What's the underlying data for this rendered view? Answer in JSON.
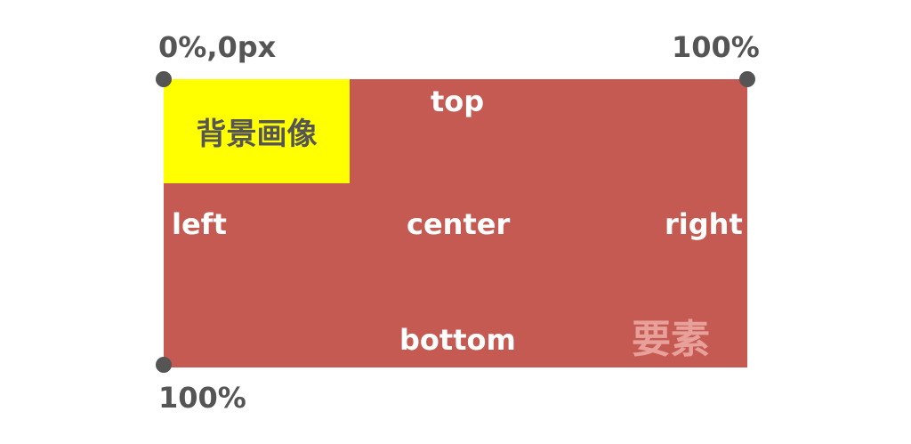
{
  "labels": {
    "origin": "0%,0px",
    "top_right": "100%",
    "bottom_left": "100%"
  },
  "background_image": {
    "label": "背景画像",
    "color": "#ffff00"
  },
  "element": {
    "label": "要素",
    "color": "#c45a52"
  },
  "positions": {
    "top": "top",
    "left": "left",
    "center": "center",
    "right": "right",
    "bottom": "bottom"
  },
  "colors": {
    "marker": "#555555",
    "text_dark": "#555555",
    "text_light": "#ffffff",
    "element_label": "#e8a09a"
  }
}
